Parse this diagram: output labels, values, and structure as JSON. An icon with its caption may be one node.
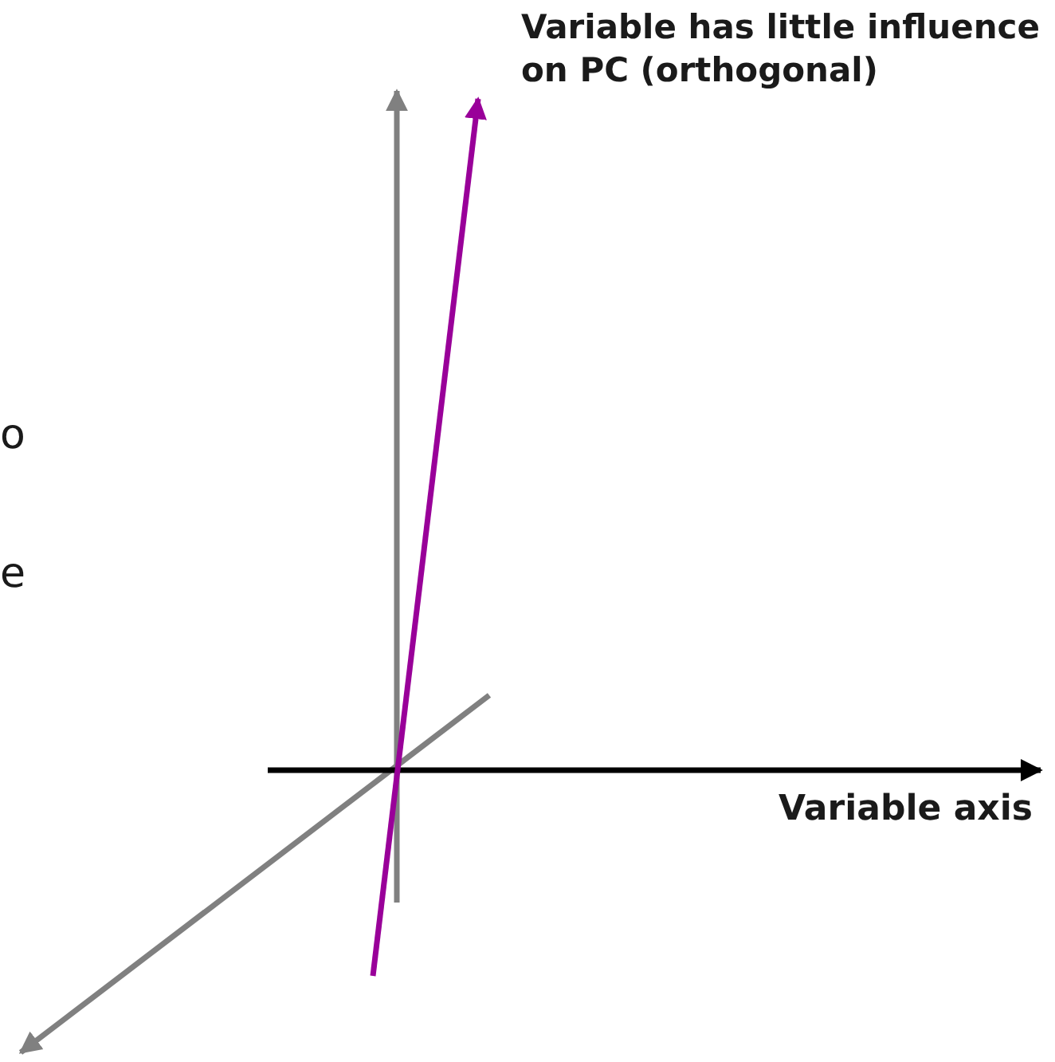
{
  "diagram": {
    "labels": [
      "Variable has little influence on PC (orthogonal)",
      "o",
      "e",
      "Variable axis"
    ]
  }
}
